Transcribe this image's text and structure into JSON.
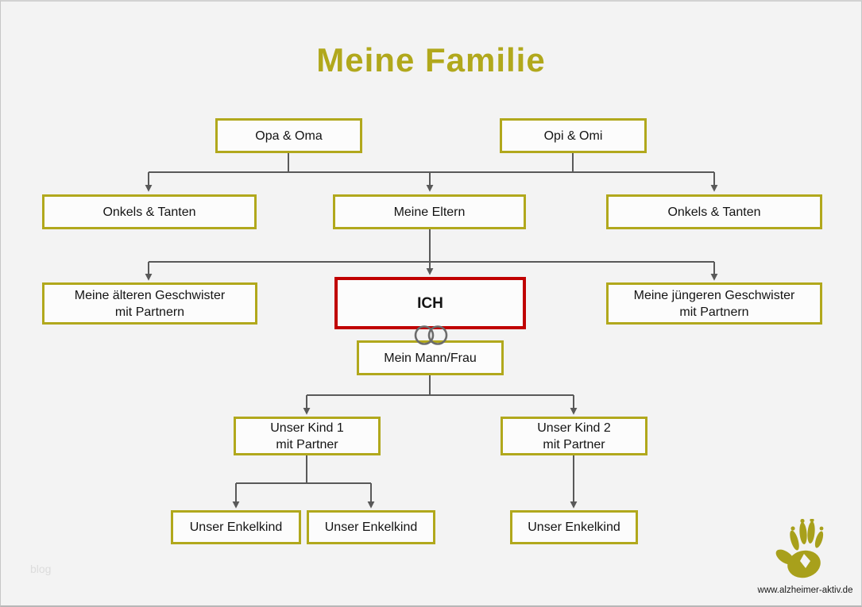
{
  "page": {
    "title": "Meine Familie",
    "watermark": "blog",
    "website": "www.alzheimer-aktiv.de"
  },
  "colors": {
    "accent_olive": "#b1a81c",
    "highlight_red": "#c00000",
    "connector_gray": "#595959",
    "background": "#f3f3f3"
  },
  "tree": {
    "grandparents_left": {
      "label": "Opa & Oma"
    },
    "grandparents_right": {
      "label": "Opi & Omi"
    },
    "uncles_left": {
      "label": "Onkels & Tanten"
    },
    "parents": {
      "label": "Meine Eltern"
    },
    "uncles_right": {
      "label": "Onkels & Tanten"
    },
    "older_siblings": {
      "label": "Meine älteren Geschwister\nmit Partnern"
    },
    "me": {
      "label": "ICH"
    },
    "younger_siblings": {
      "label": "Meine jüngeren Geschwister\nmit Partnern"
    },
    "spouse": {
      "label": "Mein Mann/Frau"
    },
    "child1": {
      "label": "Unser Kind 1\nmit Partner"
    },
    "child2": {
      "label": "Unser Kind 2\nmit Partner"
    },
    "grandchild1": {
      "label": "Unser Enkelkind"
    },
    "grandchild2": {
      "label": "Unser Enkelkind"
    },
    "grandchild3": {
      "label": "Unser Enkelkind"
    }
  },
  "icons": {
    "rings": "wedding-rings-icon",
    "logo": "handprint-logo-icon"
  }
}
